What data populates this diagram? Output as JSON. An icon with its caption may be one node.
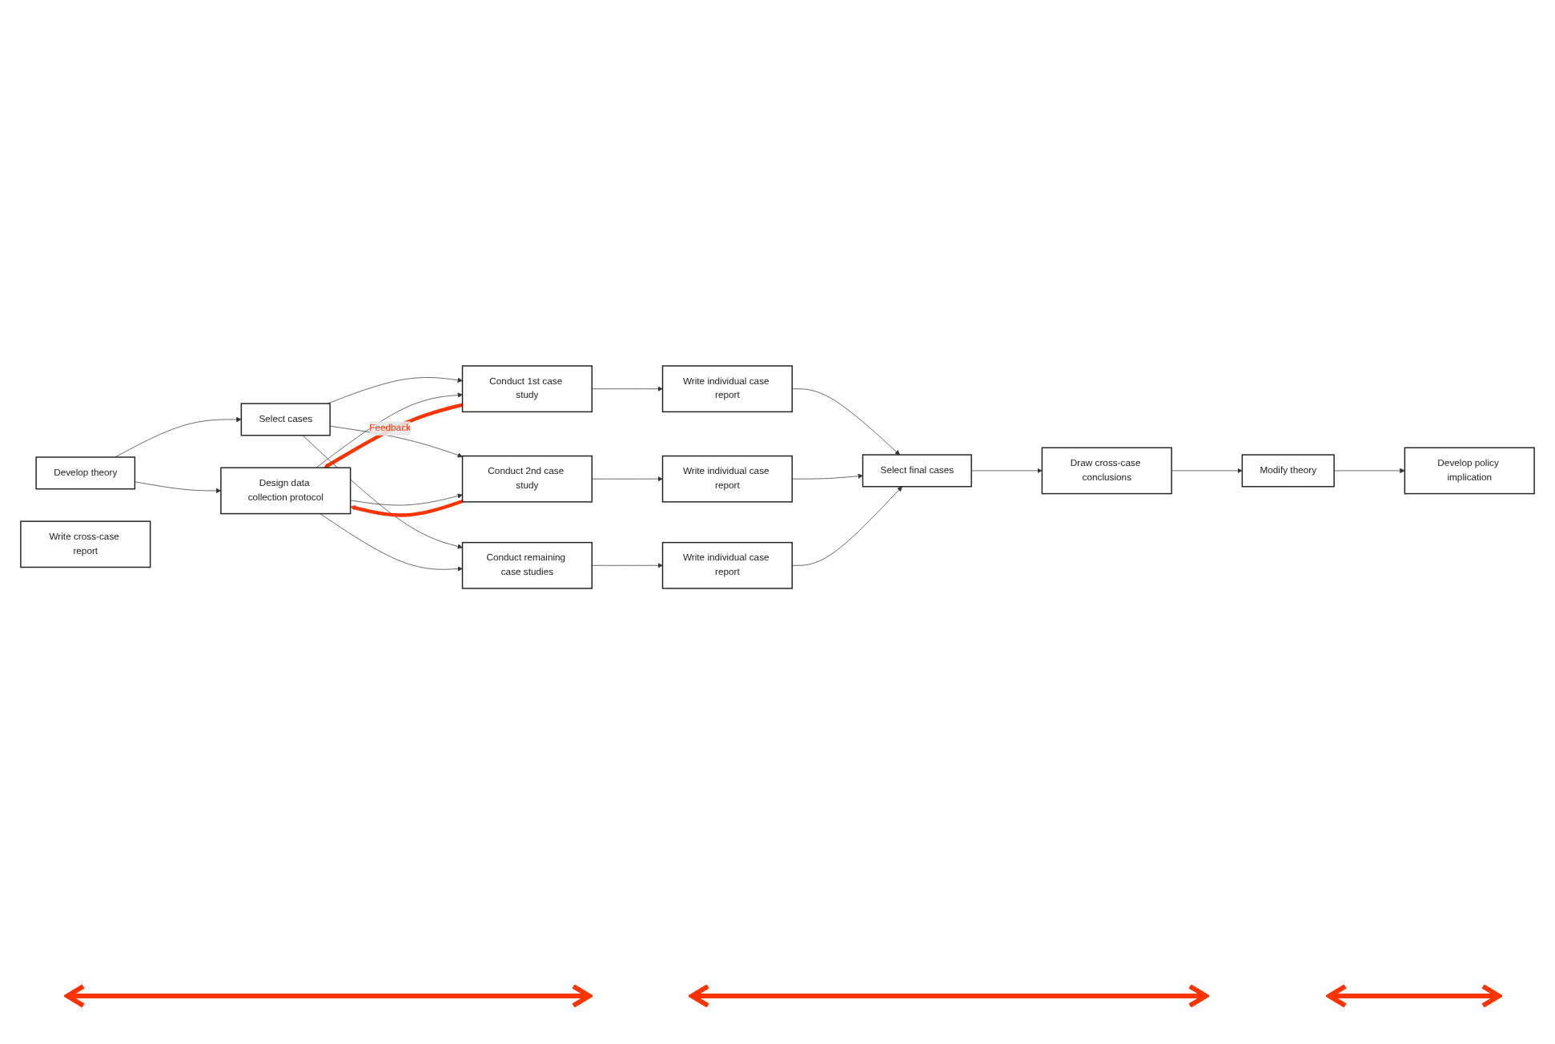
{
  "diagram": {
    "nodes": [
      {
        "text": [
          "Develop theory"
        ]
      },
      {
        "text": [
          "Select cases"
        ]
      },
      {
        "text": [
          "Design data collection protocol"
        ]
      },
      {
        "text": [
          "Conduct 1st case study"
        ]
      },
      {
        "text": [
          "Write individual case report"
        ]
      },
      {
        "text": [
          "Conduct 2nd case study"
        ]
      },
      {
        "text": [
          "Write individual case report"
        ]
      },
      {
        "text": [
          "Conduct remaining case studies"
        ]
      },
      {
        "text": [
          "Write individual case report"
        ]
      },
      {
        "text": [
          "Select final cases"
        ]
      },
      {
        "text": [
          "Draw cross-case conclusions"
        ]
      },
      {
        "text": [
          "Modify theory"
        ]
      },
      {
        "text": [
          "Develop policy implication"
        ]
      },
      {
        "text": [
          "Write cross-case report"
        ]
      }
    ],
    "edges": [
      {
        "from": 0,
        "to": 1,
        "arrow": "to"
      },
      {
        "from": 0,
        "to": 2,
        "arrow": "to"
      },
      {
        "from": 1,
        "to": 3,
        "arrow": "to"
      },
      {
        "from": 1,
        "to": 5,
        "arrow": "to"
      },
      {
        "from": 1,
        "to": 7,
        "arrow": "to"
      },
      {
        "from": 2,
        "to": 3,
        "arrow": "to"
      },
      {
        "from": 2,
        "to": 5,
        "arrow": "to"
      },
      {
        "from": 2,
        "to": 7,
        "arrow": "to"
      },
      {
        "from": 3,
        "to": 4,
        "arrow": "to"
      },
      {
        "from": 5,
        "to": 6,
        "arrow": "to"
      },
      {
        "from": 7,
        "to": 8,
        "arrow": "to"
      },
      {
        "from": 4,
        "to": 9,
        "arrow": "to"
      },
      {
        "from": 6,
        "to": 9,
        "arrow": "to"
      },
      {
        "from": 8,
        "to": 9,
        "arrow": "to"
      },
      {
        "from": 9,
        "to": 10,
        "arrow": "to"
      },
      {
        "from": 10,
        "to": 11,
        "arrow": "to"
      },
      {
        "from": 11,
        "to": 12,
        "arrow": "to"
      },
      {
        "from": 3,
        "to": 2,
        "arrow": "to",
        "label": "Feedback",
        "style": "thick",
        "color": "#ff3300"
      },
      {
        "from": 5,
        "to": 2,
        "arrow": "to",
        "style": "thick",
        "color": "#ff3300"
      }
    ]
  }
}
